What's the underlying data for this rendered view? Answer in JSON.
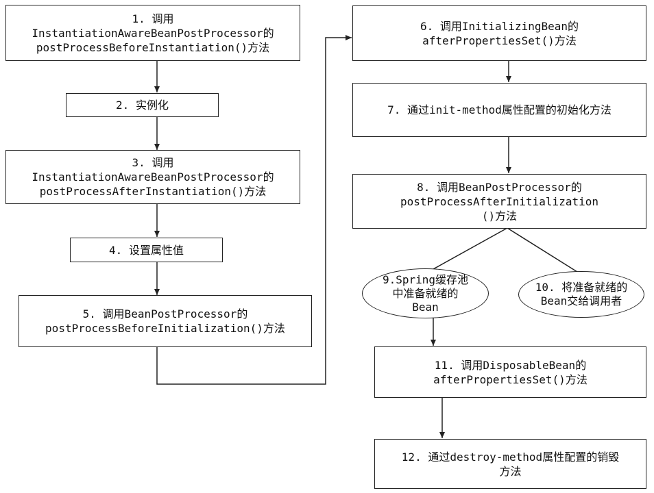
{
  "steps": [
    {
      "id": "s1",
      "lines": [
        "1. 调用",
        "InstantiationAwareBeanPostProcessor的",
        "postProcessBeforeInstantiation()方法"
      ]
    },
    {
      "id": "s2",
      "lines": [
        "2. 实例化"
      ]
    },
    {
      "id": "s3",
      "lines": [
        "3. 调用",
        "InstantiationAwareBeanPostProcessor的",
        "postProcessAfterInstantiation()方法"
      ]
    },
    {
      "id": "s4",
      "lines": [
        "4. 设置属性值"
      ]
    },
    {
      "id": "s5",
      "lines": [
        "5. 调用BeanPostProcessor的",
        "postProcessBeforeInitialization()方法"
      ]
    },
    {
      "id": "s6",
      "lines": [
        "6. 调用InitializingBean的",
        "afterPropertiesSet()方法"
      ]
    },
    {
      "id": "s7",
      "lines": [
        "7. 通过init-method属性配置的初始化方法"
      ]
    },
    {
      "id": "s8",
      "lines": [
        "8. 调用BeanPostProcessor的",
        "postProcessAfterInitialization",
        "()方法"
      ]
    },
    {
      "id": "s9",
      "lines": [
        "9.Spring缓存池",
        "中准备就绪的",
        "Bean"
      ]
    },
    {
      "id": "s10",
      "lines": [
        "10. 将准备就绪的",
        "Bean交给调用者"
      ]
    },
    {
      "id": "s11",
      "lines": [
        "11. 调用DisposableBean的",
        "afterPropertiesSet()方法"
      ]
    },
    {
      "id": "s12",
      "lines": [
        "12. 通过destroy-method属性配置的销毁",
        "方法"
      ]
    }
  ],
  "colors": {
    "stroke": "#222222",
    "text": "#111111",
    "background": "#ffffff"
  }
}
